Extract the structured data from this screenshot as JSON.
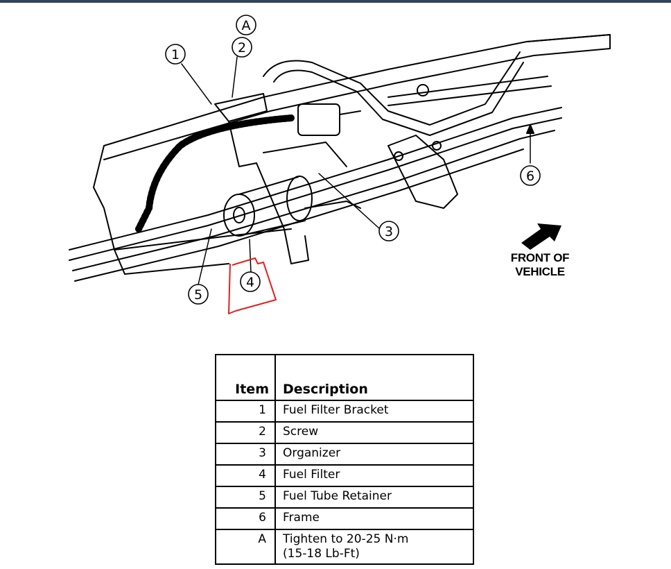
{
  "callouts": {
    "c1": "1",
    "c2": "2",
    "c3": "3",
    "c4": "4",
    "c5": "5",
    "c6": "6",
    "cA": "A"
  },
  "front_label": {
    "line1": "FRONT OF",
    "line2": "VEHICLE"
  },
  "legend": {
    "header_item": "Item",
    "header_description": "Description",
    "rows": [
      {
        "item": "1",
        "description": "Fuel Filter Bracket"
      },
      {
        "item": "2",
        "description": "Screw"
      },
      {
        "item": "3",
        "description": "Organizer"
      },
      {
        "item": "4",
        "description": "Fuel Filter"
      },
      {
        "item": "5",
        "description": "Fuel Tube Retainer"
      },
      {
        "item": "6",
        "description": "Frame"
      },
      {
        "item": "A",
        "description_line1": "Tighten to 20-25 N·m",
        "description_line2": "(15-18 Lb-Ft)"
      }
    ]
  },
  "colors": {
    "topbar": "#2f4658",
    "annotation": "#e0201c",
    "line": "#000000"
  }
}
